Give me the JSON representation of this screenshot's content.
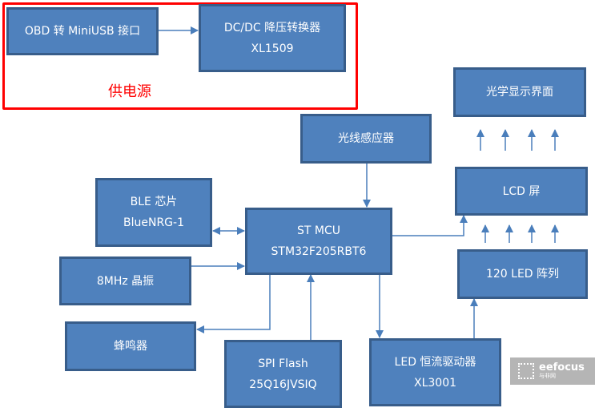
{
  "power_group": {
    "label": "供电源",
    "color": "#ff0000"
  },
  "blocks": {
    "obd": {
      "line1": "OBD 转 MiniUSB 接口"
    },
    "dcdc": {
      "line1": "DC/DC  降压转换器",
      "line2": "XL1509"
    },
    "optical": {
      "line1": "光学显示界面"
    },
    "light_sensor": {
      "line1": "光线感应器"
    },
    "lcd": {
      "line1": "LCD 屏"
    },
    "ble": {
      "line1": "BLE  芯片",
      "line2": "BlueNRG-1"
    },
    "mcu": {
      "line1": "ST MCU",
      "line2": "STM32F205RBT6"
    },
    "crystal": {
      "line1": "8MHz  晶振"
    },
    "led_array": {
      "line1": "120 LED 阵列"
    },
    "buzzer": {
      "line1": "蜂鸣器"
    },
    "spi_flash": {
      "line1": "SPI Flash",
      "line2": "25Q16JVSIQ"
    },
    "led_driver": {
      "line1": "LED  恒流驱动器",
      "line2": "XL3001"
    }
  },
  "connections": [
    {
      "from": "obd",
      "to": "dcdc"
    },
    {
      "from": "light_sensor",
      "to": "mcu"
    },
    {
      "from": "ble",
      "to": "mcu",
      "bidirectional": true
    },
    {
      "from": "crystal",
      "to": "mcu"
    },
    {
      "from": "mcu",
      "to": "lcd"
    },
    {
      "from": "mcu",
      "to": "buzzer"
    },
    {
      "from": "spi_flash",
      "to": "mcu"
    },
    {
      "from": "mcu",
      "to": "led_driver"
    },
    {
      "from": "led_driver",
      "to": "led_array"
    },
    {
      "from": "led_array",
      "to": "lcd"
    },
    {
      "from": "lcd",
      "to": "optical"
    }
  ],
  "colors": {
    "box_fill": "#4f81bd",
    "box_border": "#385d8a",
    "wire": "#4a7ebb"
  },
  "watermark": {
    "brand": "eefocus",
    "sub": "与非网"
  }
}
